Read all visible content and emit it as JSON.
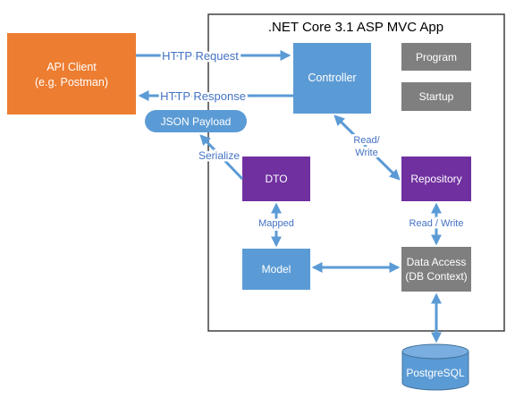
{
  "app_container": {
    "title": ".NET Core 3.1 ASP MVC App"
  },
  "nodes": {
    "api_client": {
      "line1": "API Client",
      "line2": "(e.g. Postman)"
    },
    "controller": {
      "label": "Controller"
    },
    "program": {
      "label": "Program"
    },
    "startup": {
      "label": "Startup"
    },
    "json_payload": {
      "label": "JSON Payload"
    },
    "dto": {
      "label": "DTO"
    },
    "repository": {
      "label": "Repository"
    },
    "model": {
      "label": "Model"
    },
    "data_access": {
      "line1": "Data Access",
      "line2": "(DB Context)"
    },
    "postgresql": {
      "label": "PostgreSQL"
    }
  },
  "edges": {
    "http_request": "HTTP Request",
    "http_response": "HTTP Response",
    "serialize": "Serialize",
    "controller_repository_line1": "Read/",
    "controller_repository_line2": "Write",
    "mapped": "Mapped",
    "repository_data_access": "Read / Write"
  },
  "colors": {
    "blue": "#5b9bd5",
    "orange": "#ed7d31",
    "purple": "#7030a0",
    "gray": "#7f7f7f",
    "arrow": "#5b9bd5",
    "edge_label": "#4472c4"
  }
}
